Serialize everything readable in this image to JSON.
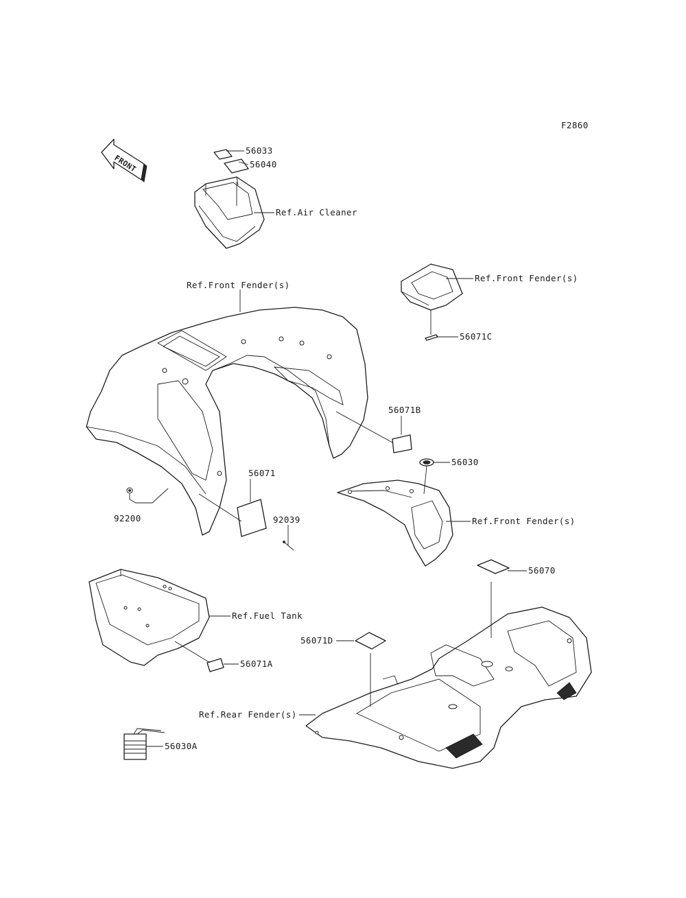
{
  "figure_id": "F2860",
  "front_arrow": "FRONT",
  "labels": {
    "p56033": "56033",
    "p56040": "56040",
    "ref_air_cleaner": "Ref.Air Cleaner",
    "ref_front_fender_top": "Ref.Front Fender(s)",
    "ref_front_fender_right": "Ref.Front Fender(s)",
    "p56071c": "56071C",
    "p56071b": "56071B",
    "p56030": "56030",
    "p56071": "56071",
    "p92200": "92200",
    "p92039": "92039",
    "ref_front_fender_mid": "Ref.Front Fender(s)",
    "p56070": "56070",
    "ref_fuel_tank": "Ref.Fuel Tank",
    "p56071d": "56071D",
    "p56071a": "56071A",
    "ref_rear_fender": "Ref.Rear Fender(s)",
    "p56030a": "56030A"
  }
}
